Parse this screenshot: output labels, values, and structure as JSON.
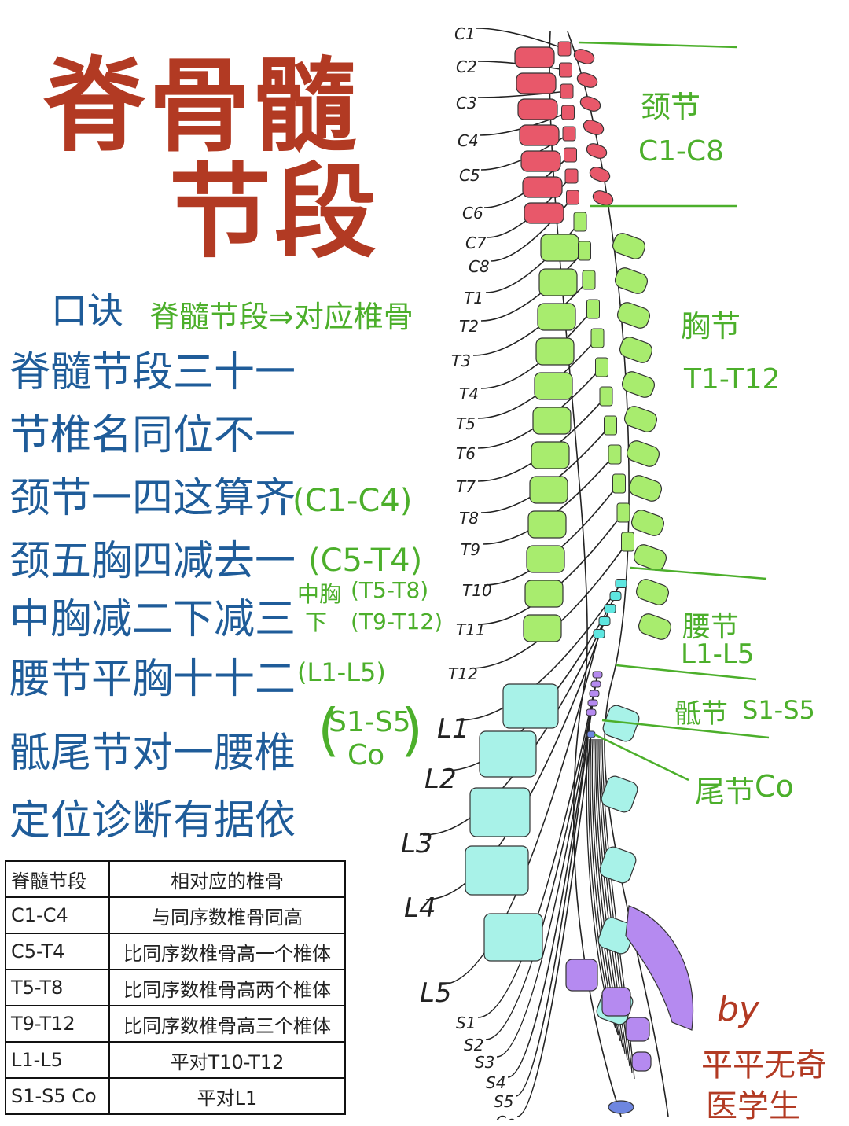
{
  "title": {
    "line1": "脊骨髓",
    "line2": "节段"
  },
  "mnemonic": {
    "label": "口诀",
    "subtitle": "脊髓节段⇒对应椎骨",
    "lines": [
      "脊髓节段三十一",
      "节椎名同位不一",
      "颈节一四这算齐",
      "颈五胸四减去一",
      "中胸减二下减三",
      "腰节平胸十十二",
      "骶尾节对一腰椎",
      "定位诊断有据依"
    ],
    "annotations": {
      "c1c4": "(C1-C4)",
      "c5t4": "(C5-T4)",
      "mid_label": "中胸",
      "mid_range": "(T5-T8)",
      "lower_label": "下",
      "lower_range": "(T9-T12)",
      "lumbar": "(L1-L5)",
      "sacral": "S1-S5",
      "coccyx": "Co"
    }
  },
  "table": {
    "headers": [
      "脊髓节段",
      "相对应的椎骨"
    ],
    "rows": [
      [
        "C1-C4",
        "与同序数椎骨同高"
      ],
      [
        "C5-T4",
        "比同序数椎骨高一个椎体"
      ],
      [
        "T5-T8",
        "比同序数椎骨高两个椎体"
      ],
      [
        "T9-T12",
        "比同序数椎骨高三个椎体"
      ],
      [
        "L1-L5",
        "平对T10-T12"
      ],
      [
        "S1-S5 Co",
        "平对L1"
      ]
    ]
  },
  "segment_labels": [
    "C1",
    "C2",
    "C3",
    "C4",
    "C5",
    "C6",
    "C7",
    "C8",
    "T1",
    "T2",
    "T3",
    "T4",
    "T5",
    "T6",
    "T7",
    "T8",
    "T9",
    "T10",
    "T11",
    "T12",
    "L1",
    "L2",
    "L3",
    "L4",
    "L5",
    "S1",
    "S2",
    "S3",
    "S4",
    "S5",
    "Co"
  ],
  "regions": {
    "cervical": {
      "name": "颈节",
      "range": "C1-C8"
    },
    "thoracic": {
      "name": "胸节",
      "range": "T1-T12"
    },
    "lumbar": {
      "name": "腰节",
      "range": "L1-L5"
    },
    "sacral": {
      "name": "骶节",
      "range": "S1-S5"
    },
    "coccygeal": {
      "name": "尾节",
      "range": "Co"
    }
  },
  "signature": {
    "by": "by",
    "line1": "平平无奇",
    "line2": "医学生"
  },
  "colors": {
    "cervical": "#e8586a",
    "thoracic": "#a8ec6e",
    "lumbar": "#5ee6e0",
    "lumbar_vertebra": "#a8f2e8",
    "sacral": "#b58af0",
    "coccyx": "#6e86e0",
    "title": "#b23a23",
    "verse": "#1f5c99",
    "green": "#4caf2b"
  }
}
